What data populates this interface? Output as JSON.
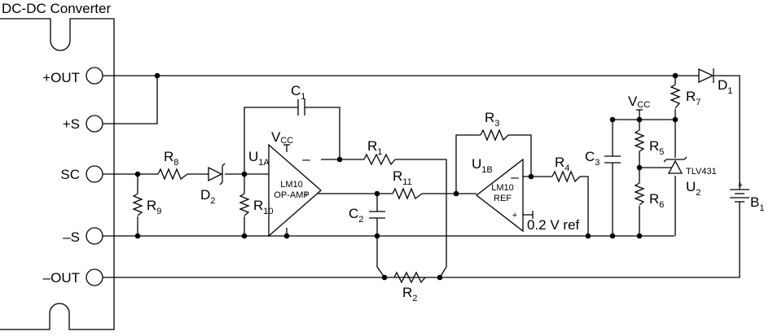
{
  "title": "DC-DC Converter",
  "terminals": {
    "out_pos": "+OUT",
    "s_pos": "+S",
    "sc": "SC",
    "s_neg": "–S",
    "out_neg": "–OUT"
  },
  "components": {
    "r1": {
      "letter": "R",
      "sub": "1"
    },
    "r2": {
      "letter": "R",
      "sub": "2"
    },
    "r3": {
      "letter": "R",
      "sub": "3"
    },
    "r4": {
      "letter": "R",
      "sub": "4"
    },
    "r5": {
      "letter": "R",
      "sub": "5"
    },
    "r6": {
      "letter": "R",
      "sub": "6"
    },
    "r7": {
      "letter": "R",
      "sub": "7"
    },
    "r8": {
      "letter": "R",
      "sub": "8"
    },
    "r9": {
      "letter": "R",
      "sub": "9"
    },
    "r10": {
      "letter": "R",
      "sub": "10"
    },
    "r11": {
      "letter": "R",
      "sub": "11"
    },
    "c1": {
      "letter": "C",
      "sub": "1"
    },
    "c2": {
      "letter": "C",
      "sub": "2"
    },
    "c3": {
      "letter": "C",
      "sub": "3"
    },
    "d1": {
      "letter": "D",
      "sub": "1"
    },
    "d2": {
      "letter": "D",
      "sub": "2"
    },
    "u1a": {
      "letter": "U",
      "sub": "1A",
      "line1": "LM10",
      "line2": "OP-AMP"
    },
    "u1b": {
      "letter": "U",
      "sub": "1B",
      "line1": "LM10",
      "line2": "REF"
    },
    "u2": {
      "letter": "U",
      "sub": "2",
      "part": "TLV431"
    },
    "b1": {
      "letter": "B",
      "sub": "1"
    }
  },
  "vcc": {
    "letter": "V",
    "sub": "CC"
  },
  "ref_label": "0.2 V ref",
  "polarity": {
    "plus": "+",
    "minus": "–"
  }
}
